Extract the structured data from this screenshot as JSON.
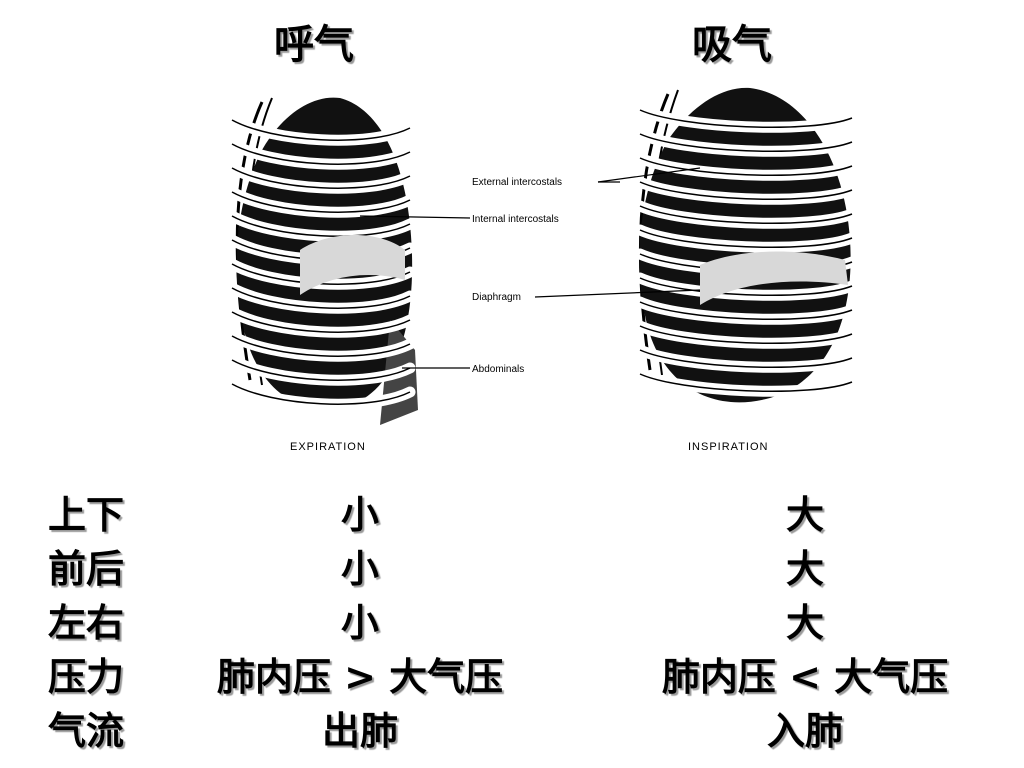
{
  "titles": {
    "expiration": "呼气",
    "inspiration": "吸气"
  },
  "diagram": {
    "labels": {
      "external_intercostals": "External intercostals",
      "internal_intercostals": "Internal intercostals",
      "diaphragm": "Diaphragm",
      "abdominals": "Abdominals"
    },
    "captions": {
      "expiration": "EXPIRATION",
      "inspiration": "INSPIRATION"
    }
  },
  "table": {
    "rows": [
      {
        "label": "上下",
        "expiration": "小",
        "inspiration": "大"
      },
      {
        "label": "前后",
        "expiration": "小",
        "inspiration": "大"
      },
      {
        "label": "左右",
        "expiration": "小",
        "inspiration": "大"
      },
      {
        "label": "压力",
        "expiration": "肺内压 > 大气压",
        "inspiration": "肺内压 < 大气压"
      },
      {
        "label": "气流",
        "expiration": "出肺",
        "inspiration": "入肺"
      }
    ]
  }
}
